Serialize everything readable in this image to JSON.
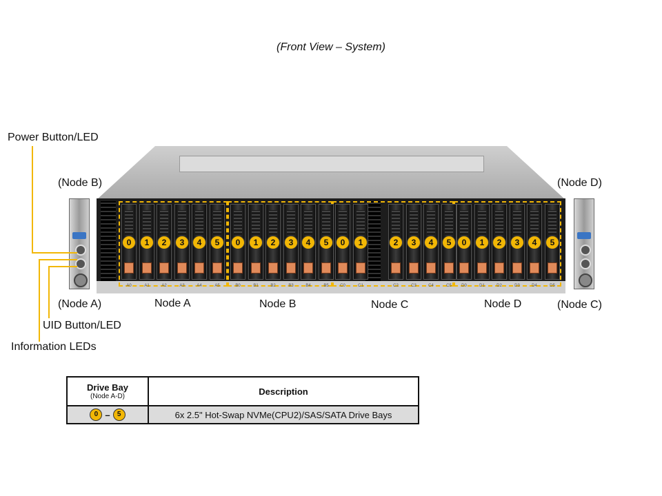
{
  "caption": "(Front View – System)",
  "callouts": {
    "power": "Power Button/LED",
    "uid": "UID Button/LED",
    "info": "Information LEDs",
    "node_b_left": "(Node B)",
    "node_a_left": "(Node A)",
    "node_d_right": "(Node D)",
    "node_c_right": "(Node C)"
  },
  "node_labels": [
    "Node A",
    "Node B",
    "Node C",
    "Node D"
  ],
  "nodes": [
    {
      "bays": [
        "0",
        "1",
        "2",
        "3",
        "4",
        "5"
      ],
      "tags": [
        "A0",
        "A1",
        "A2",
        "A3",
        "A4",
        "A5"
      ]
    },
    {
      "bays": [
        "0",
        "1",
        "2",
        "3",
        "4",
        "5"
      ],
      "tags": [
        "B0",
        "B1",
        "B2",
        "B3",
        "B4",
        "B5"
      ]
    },
    {
      "bays": [
        "0",
        "1",
        "2",
        "3",
        "4",
        "5"
      ],
      "tags": [
        "C0",
        "C1",
        "C2",
        "C3",
        "C4",
        "C5"
      ]
    },
    {
      "bays": [
        "0",
        "1",
        "2",
        "3",
        "4",
        "5"
      ],
      "tags": [
        "D0",
        "D1",
        "D2",
        "D3",
        "D4",
        "D5"
      ]
    }
  ],
  "table": {
    "head_col1": "Drive Bay",
    "head_col1_sub": "(Node A-D)",
    "head_col2": "Description",
    "row_from": "0",
    "row_to": "5",
    "row_desc": "6x 2.5\" Hot-Swap NVMe(CPU2)/SAS/SATA Drive Bays"
  },
  "colors": {
    "highlight": "#f2b705",
    "latch": "#e08a5a"
  }
}
